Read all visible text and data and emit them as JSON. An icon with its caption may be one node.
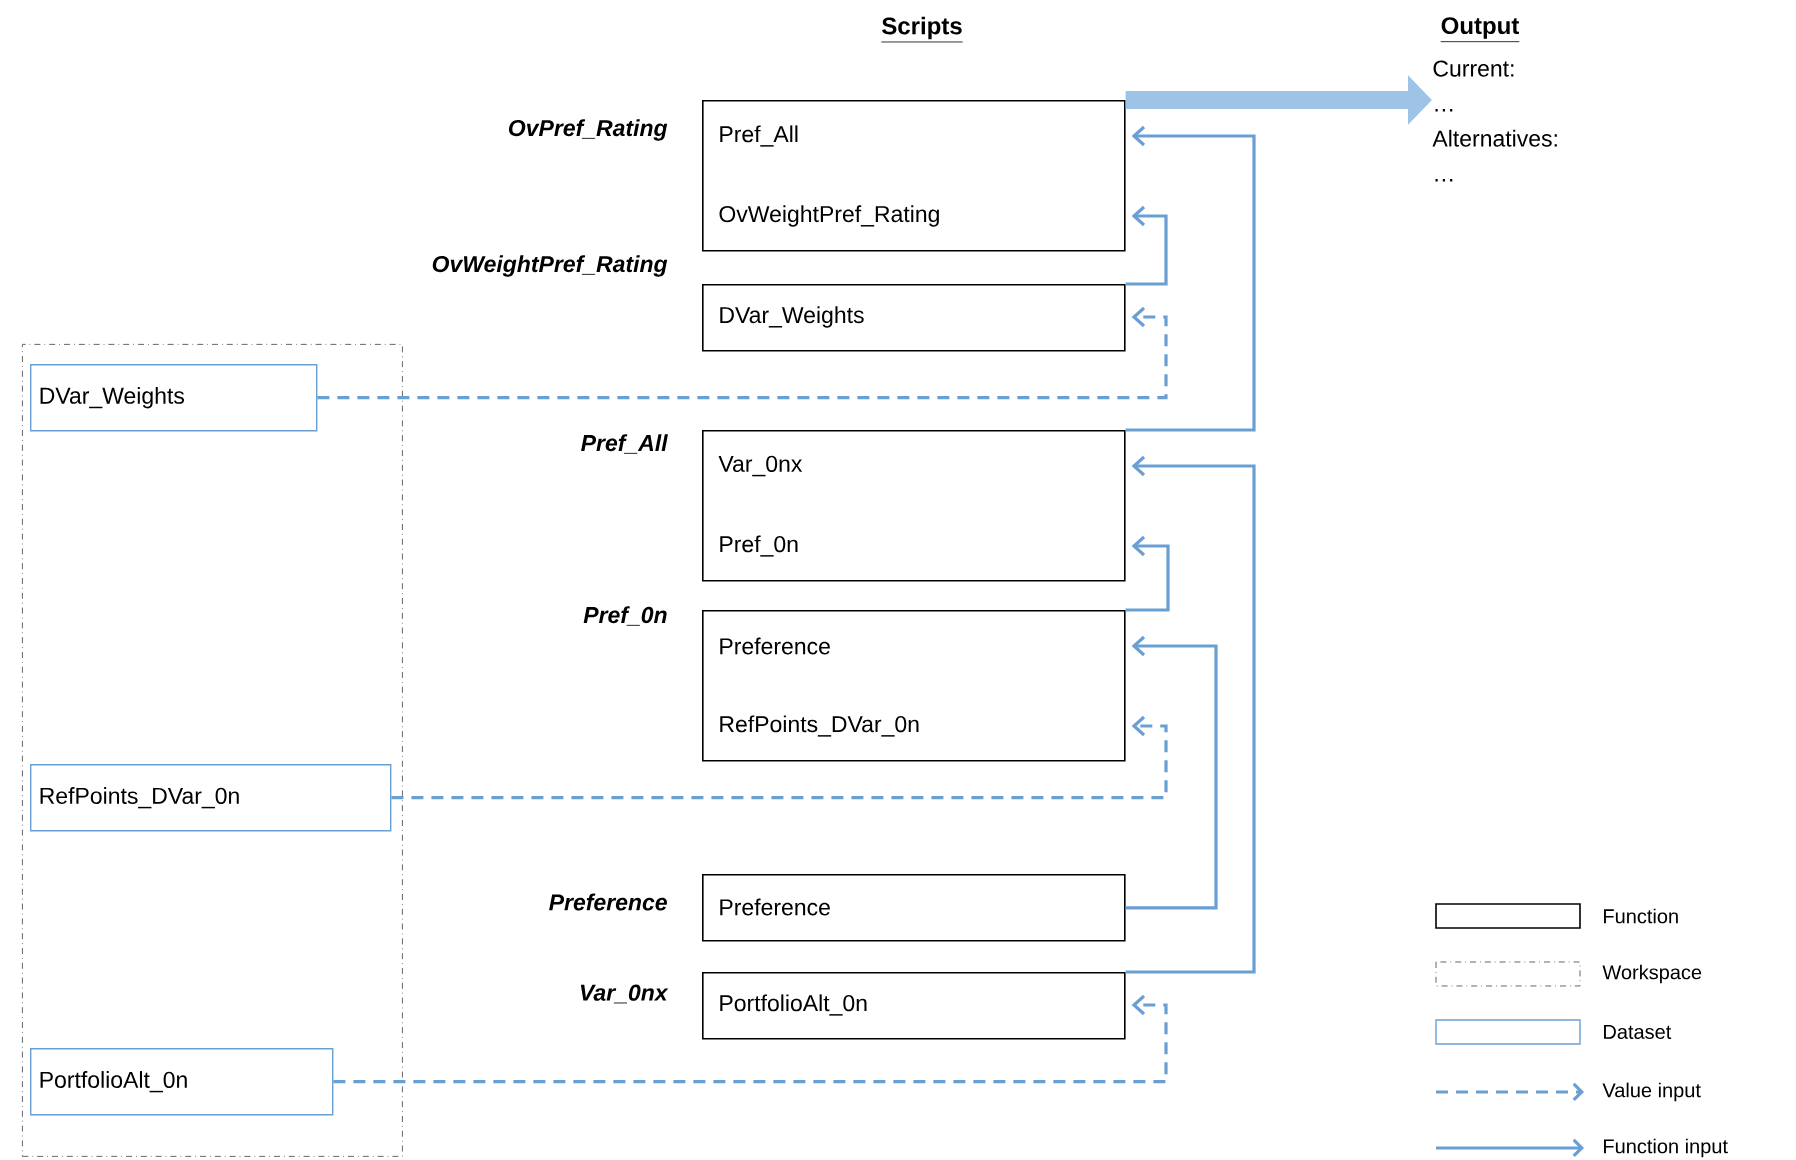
{
  "diagram": {
    "nodes": [
      {
        "text": [
          "Pref_All",
          "OvWeightPref_Rating"
        ],
        "beside": [
          "OvPref_Rating"
        ]
      },
      {
        "text": [
          "DVar_Weights"
        ],
        "beside": [
          "OvWeightPref_Rating"
        ]
      },
      {
        "text": [
          "Var_0nx",
          "Pref_0n"
        ],
        "beside": [
          "Pref_All"
        ]
      },
      {
        "text": [
          "Preference",
          "RefPoints_DVar_0n"
        ],
        "beside": [
          "Pref_0n"
        ]
      },
      {
        "text": [
          "Preference"
        ],
        "beside": [
          "Preference"
        ]
      },
      {
        "text": [
          "PortfolioAlt_0n"
        ],
        "beside": [
          "Var_0nx"
        ]
      },
      {
        "text": [],
        "shape": "box"
      },
      {
        "text": [
          "DVar_Weights"
        ],
        "in": 6
      },
      {
        "text": [
          "RefPoints_DVar_0n"
        ],
        "in": 6
      },
      {
        "text": [
          "PortfolioAlt_0n"
        ],
        "in": 6
      },
      {
        "text": [
          "Current:",
          "…",
          "Alternatives:",
          "…"
        ]
      }
    ],
    "edges": [
      {
        "from": 0,
        "to": 10,
        "arrow": "to",
        "style": "thick",
        "color": "#9dc3e6"
      },
      {
        "from": 2,
        "to": 0,
        "arrow": "to"
      },
      {
        "from": 1,
        "to": 0,
        "arrow": "to"
      },
      {
        "from": 7,
        "to": 1,
        "arrow": "to",
        "style": "dashed"
      },
      {
        "from": 3,
        "to": 2,
        "arrow": "to"
      },
      {
        "from": 8,
        "to": 3,
        "arrow": "to",
        "style": "dashed"
      },
      {
        "from": 4,
        "to": 3,
        "arrow": "to"
      },
      {
        "from": 5,
        "to": 2,
        "arrow": "to"
      },
      {
        "from": 9,
        "to": 5,
        "arrow": "to",
        "style": "dashed"
      }
    ],
    "labels": [
      "Scripts",
      "Output"
    ],
    "legend": [
      {
        "text": "Function"
      },
      {
        "text": "Workspace"
      },
      {
        "text": "Dataset"
      },
      {
        "text": "Value input"
      },
      {
        "text": "Function input"
      }
    ]
  }
}
